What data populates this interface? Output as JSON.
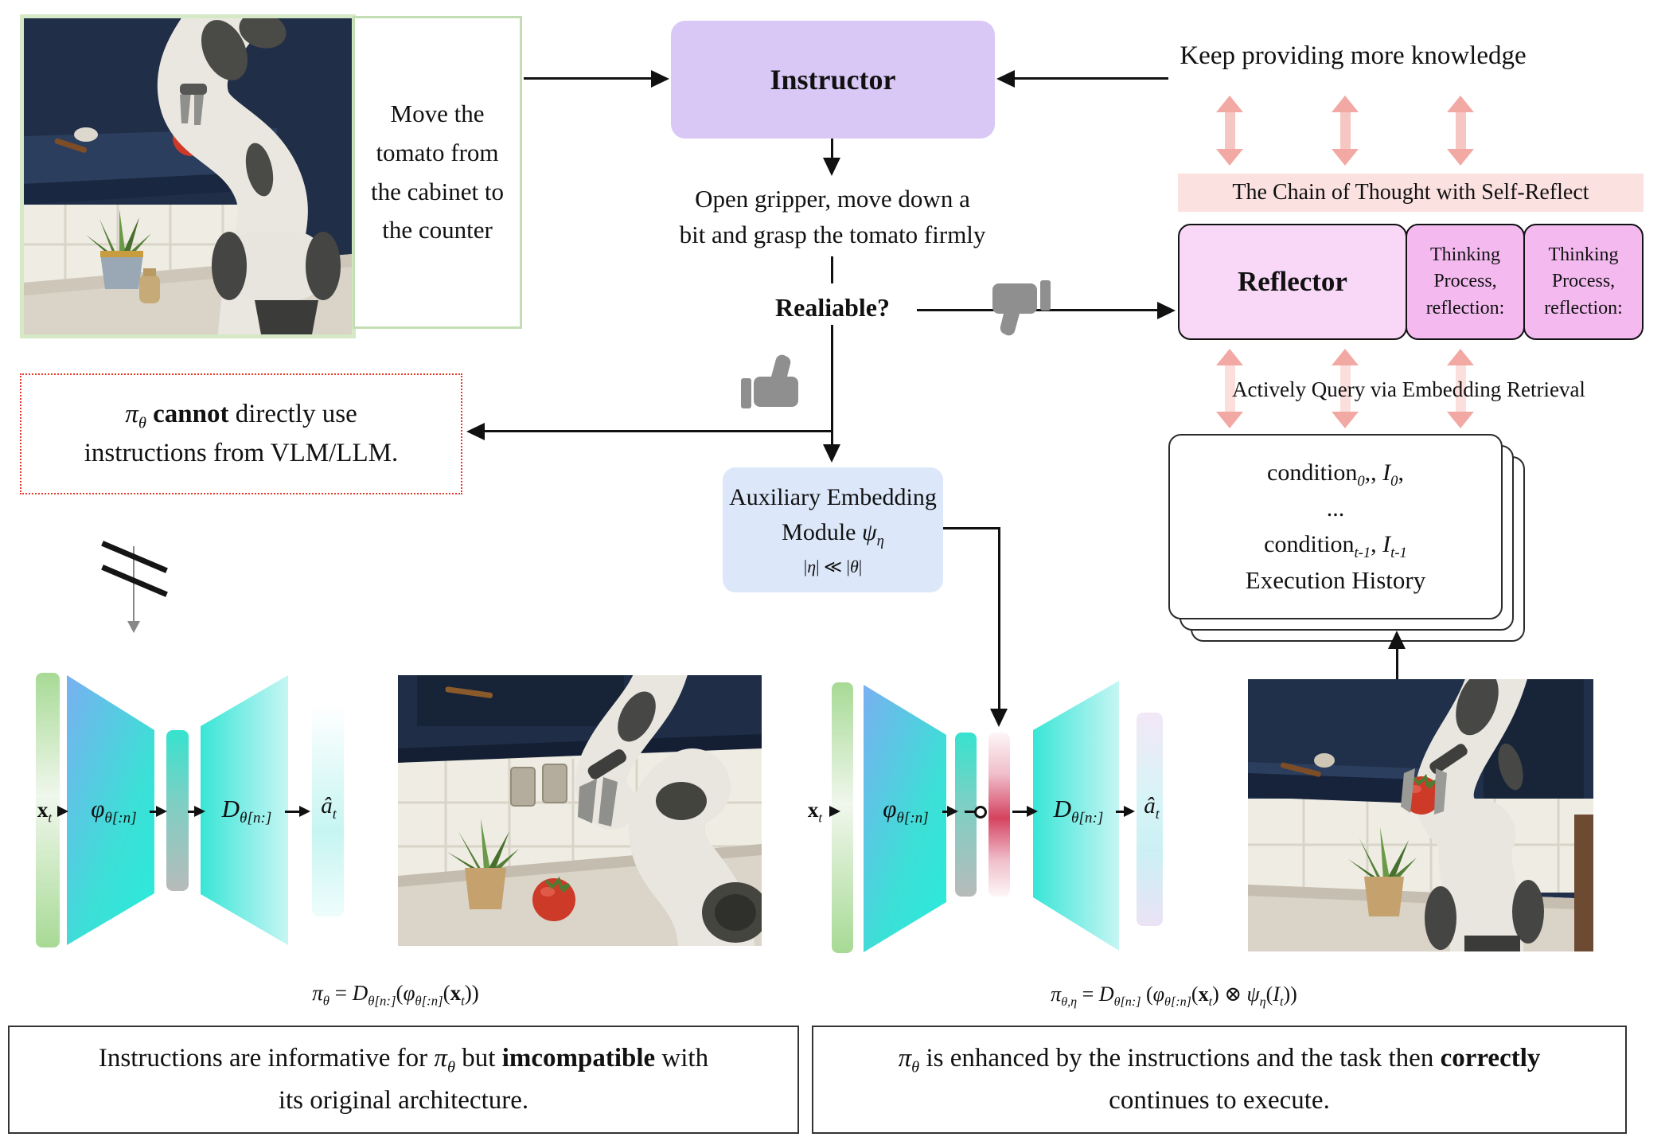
{
  "figure": {
    "task_box": {
      "text": "Move the tomato from the cabinet to the counter"
    },
    "instructor": {
      "label": "Instructor"
    },
    "instruction": {
      "line1": "Open gripper, move down a",
      "line2": "bit and grasp the tomato firmly"
    },
    "reliable": {
      "label": "Realiable?"
    },
    "keep_knowledge": "Keep providing more knowledge",
    "cot_banner": "The Chain of Thought with Self-Reflect",
    "reflector": {
      "title": "Reflector",
      "thought1": "Thinking Process, reflection:",
      "thought2": "Thinking Process, reflection:"
    },
    "actively_query": "Actively Query via  Embedding Retrieval",
    "cannot_box": {
      "line1": "*π*_{θ}  **cannot** directly use",
      "line2": "instructions from VLM/LLM."
    },
    "aux_module": {
      "line1": "Auxiliary Embedding",
      "line2": "Module *ψ*_{η}",
      "constraint": "|*η*| ≪ |*θ*|"
    },
    "history_card": {
      "line1": "condition_{0},, *I*_{0},",
      "dots": "...",
      "line2": "condition_{t-1}, *I*_{t-1}",
      "line3": "Execution History"
    },
    "diagram_left": {
      "input": "**x**_{t}",
      "encoder": "*φ*_{θ[:n]}",
      "decoder": "*D*_{θ[n:]}",
      "output": "*â*_{t}",
      "formula": "*π*_{θ} = *D*_{θ[n:]}(*φ*_{θ[:n]}(**x**_{t}))"
    },
    "diagram_right": {
      "input": "**x**_{t}",
      "encoder": "*φ*_{θ[:n]}",
      "decoder": "*D*_{θ[n:]}",
      "output": "*â*_{t}",
      "formula": "*π*_{θ,η} = *D*_{θ[n:]} (*φ*_{θ[:n]}(**x**_{t}) ⊗ *ψ*_{η}(*I*_{t}))"
    },
    "caption_left": {
      "line1": "Instructions are informative for *π*_{θ} but **imcompatible** with",
      "line2": "its original architecture."
    },
    "caption_right": {
      "line1": "*π*_{θ} is enhanced by the instructions and the task then **correctly**",
      "line2": "continues to execute."
    }
  },
  "colors": {
    "instructor_bg": "#d9c8f6",
    "aux_module_bg": "#dce8fa",
    "cot_banner_bg": "#fbe2e0",
    "reflector_bg": "#f8d7f7",
    "thinking_bg": "#f4baf0",
    "pink_arrow": "#f2a9a4",
    "green_frame": "#d5e9c6",
    "red_dotted_border": "#e8382c",
    "encoder_gradient": [
      "#79b0f1",
      "#2ceadb"
    ],
    "decoder_gradient": [
      "#38e6d6",
      "#c6f6f3"
    ]
  }
}
